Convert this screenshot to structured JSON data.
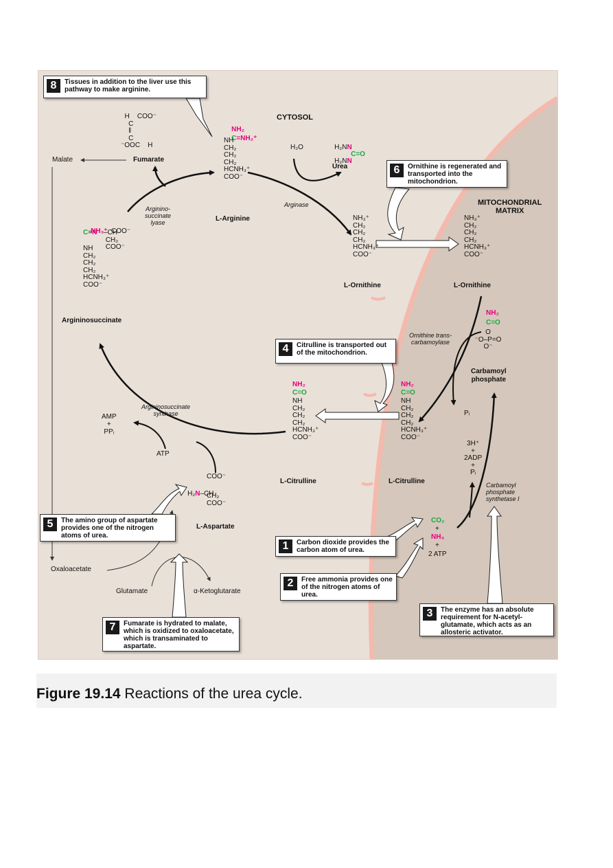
{
  "regions": {
    "cytosol": "CYTOSOL",
    "matrix": "MITOCHONDRIAL\nMATRIX"
  },
  "compounds": {
    "arginine": "L-Arginine",
    "ornithine_cyto": "L-Ornithine",
    "ornithine_mito": "L-Ornithine",
    "citrulline_cyto": "L-Citrulline",
    "citrulline_mito": "L-Citrulline",
    "aspartate": "L-Aspartate",
    "argininosuccinate": "Argininosuccinate",
    "fumarate": "Fumarate",
    "urea": "Urea",
    "carbamoyl_phosphate": "Carbamoyl\nphosphate",
    "malate": "Malate",
    "oxaloacetate": "Oxaloacetate",
    "glutamate": "Glutamate",
    "ketoglutarate": "α-Ketoglutarate"
  },
  "enzymes": {
    "lyase": "Arginino-\nsuccinate\nlyase",
    "arginase": "Arginase",
    "synthase": "Argininosuccinate\nsynthase",
    "otc": "Ornithine trans-\ncarbamoylase",
    "cps": "Carbamoyl\nphosphate\nsynthetase I"
  },
  "small_molecules": {
    "water": "H₂O",
    "amp": "AMP\n+\nPPᵢ",
    "atp": "ATP",
    "pi": "Pᵢ",
    "cps_products": "3H⁺\n+\n2ADP\n+\nPᵢ",
    "co2_part": "CO₂",
    "nh3_part": "NH₃",
    "plus": "+",
    "atp2": "2 ATP"
  },
  "structures": {
    "fumarate": "  H    COO⁻\n    C\n    ‖\n    C\n⁻OOC    H",
    "arginine_top": "NH₂",
    "arginine_c": "C",
    "arginine_n": "=NH₂⁺",
    "arginine_chain": "NH\nCH₂\nCH₂\nCH₂\nHCNH₃⁺\nCOO⁻",
    "urea_top_n": "H₂N",
    "urea_c": "C=O",
    "urea_bot_n": "H₂N",
    "ornithine": "NH₃⁺\nCH₂\nCH₂\nCH₂\nHCNH₃⁺\nCOO⁻",
    "succ_n": "NH₃⁺",
    "succ_c": "C",
    "succ_eq": "=",
    "succ_n2": "N",
    "succ_rest_top": "COO⁻",
    "succ_rest": "–CH\n CH₂\n COO⁻",
    "succ_chain": "NH\nCH₂\nCH₂\nCH₂\nHCNH₃⁺\nCOO⁻",
    "cit_n": "NH₂",
    "cit_c": "C=O",
    "cit_chain": "NH\nCH₂\nCH₂\nCH₂\nHCNH₃⁺\nCOO⁻",
    "asp_top": "COO⁻",
    "asp_h2": "H₂",
    "asp_n": "N",
    "asp_ch": "–CH",
    "asp_bottom": "CH₂\nCOO⁻",
    "cp_n": "NH₂",
    "cp_c": "C=O",
    "cp_rest": "O\n⁻O–P=O\nO⁻"
  },
  "callouts": [
    {
      "num": "8",
      "text": "Tissues in addition to the liver use this pathway to make arginine."
    },
    {
      "num": "6",
      "text": "Ornithine is regenerated and transported into the mitochondrion."
    },
    {
      "num": "4",
      "text": "Citrulline is transported out of the mitochondrion."
    },
    {
      "num": "5",
      "text": "The amino group of aspartate provides one of the nitrogen atoms of urea."
    },
    {
      "num": "1",
      "text": "Carbon dioxide provides the carbon atom of urea."
    },
    {
      "num": "2",
      "text": "Free ammonia provides one of the nitrogen atoms of urea."
    },
    {
      "num": "3",
      "text": "The enzyme has an absolute requirement for N-acetyl-glutamate, which acts as an allosteric activator."
    },
    {
      "num": "7",
      "text": "Fumarate is hydrated to malate, which is oxidized to oxaloacetate, which is transaminated to aspartate."
    }
  ],
  "caption": {
    "label": "Figure 19.14",
    "text": " Reactions of the urea cycle."
  },
  "colors": {
    "nitrogen": "#e6007e",
    "carbon": "#19a844",
    "background": "#e9e0d8",
    "matrix": "#d5c7bb",
    "membrane": "#f4b9ad"
  }
}
